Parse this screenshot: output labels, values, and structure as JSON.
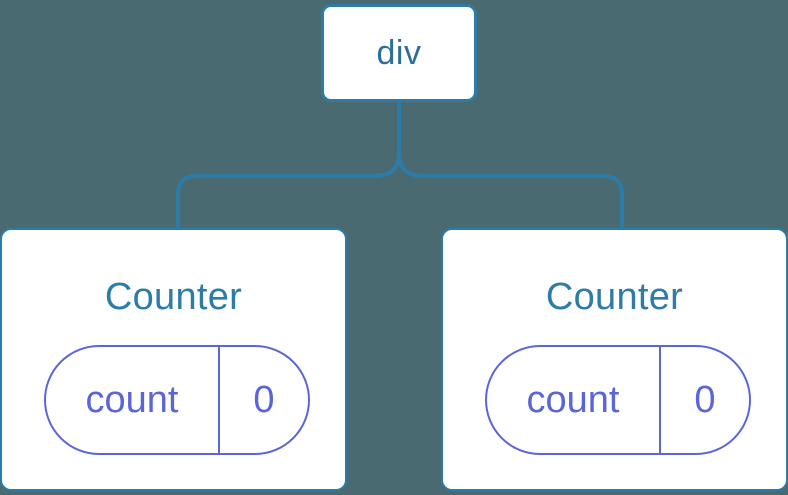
{
  "diagram": {
    "type": "component-tree",
    "background_color": "#4a6a72",
    "connector_color": "#2d7ca8",
    "node_border_color": "#2d7ca8",
    "node_fill_color": "#ffffff",
    "node_label_color": "#2d6f96",
    "state_color": "#5b65d8",
    "root": {
      "label": "div"
    },
    "children": [
      {
        "title": "Counter",
        "state": {
          "key": "count",
          "value": "0"
        }
      },
      {
        "title": "Counter",
        "state": {
          "key": "count",
          "value": "0"
        }
      }
    ]
  }
}
